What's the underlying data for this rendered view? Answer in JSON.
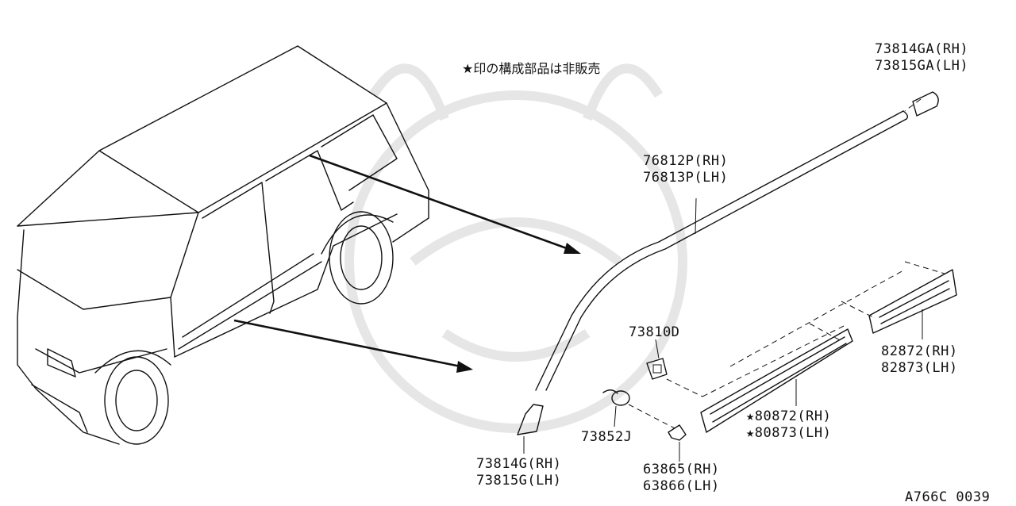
{
  "note": "★印の構成部品は非販売",
  "diagram_id": "A766C 0039",
  "parts": [
    {
      "id": "p1",
      "lines": [
        "73814GA(RH)",
        "73815GA(LH)"
      ]
    },
    {
      "id": "p2",
      "lines": [
        "76812P(RH)",
        "76813P(LH)"
      ]
    },
    {
      "id": "p3",
      "lines": [
        "73810D"
      ]
    },
    {
      "id": "p4",
      "lines": [
        "82872(RH)",
        "82873(LH)"
      ]
    },
    {
      "id": "p5",
      "lines": [
        "★80872(RH)",
        "★80873(LH)"
      ]
    },
    {
      "id": "p6",
      "lines": [
        "73852J"
      ]
    },
    {
      "id": "p7",
      "lines": [
        "73814G(RH)",
        "73815G(LH)"
      ]
    },
    {
      "id": "p8",
      "lines": [
        "63865(RH)",
        "63866(LH)"
      ]
    }
  ]
}
